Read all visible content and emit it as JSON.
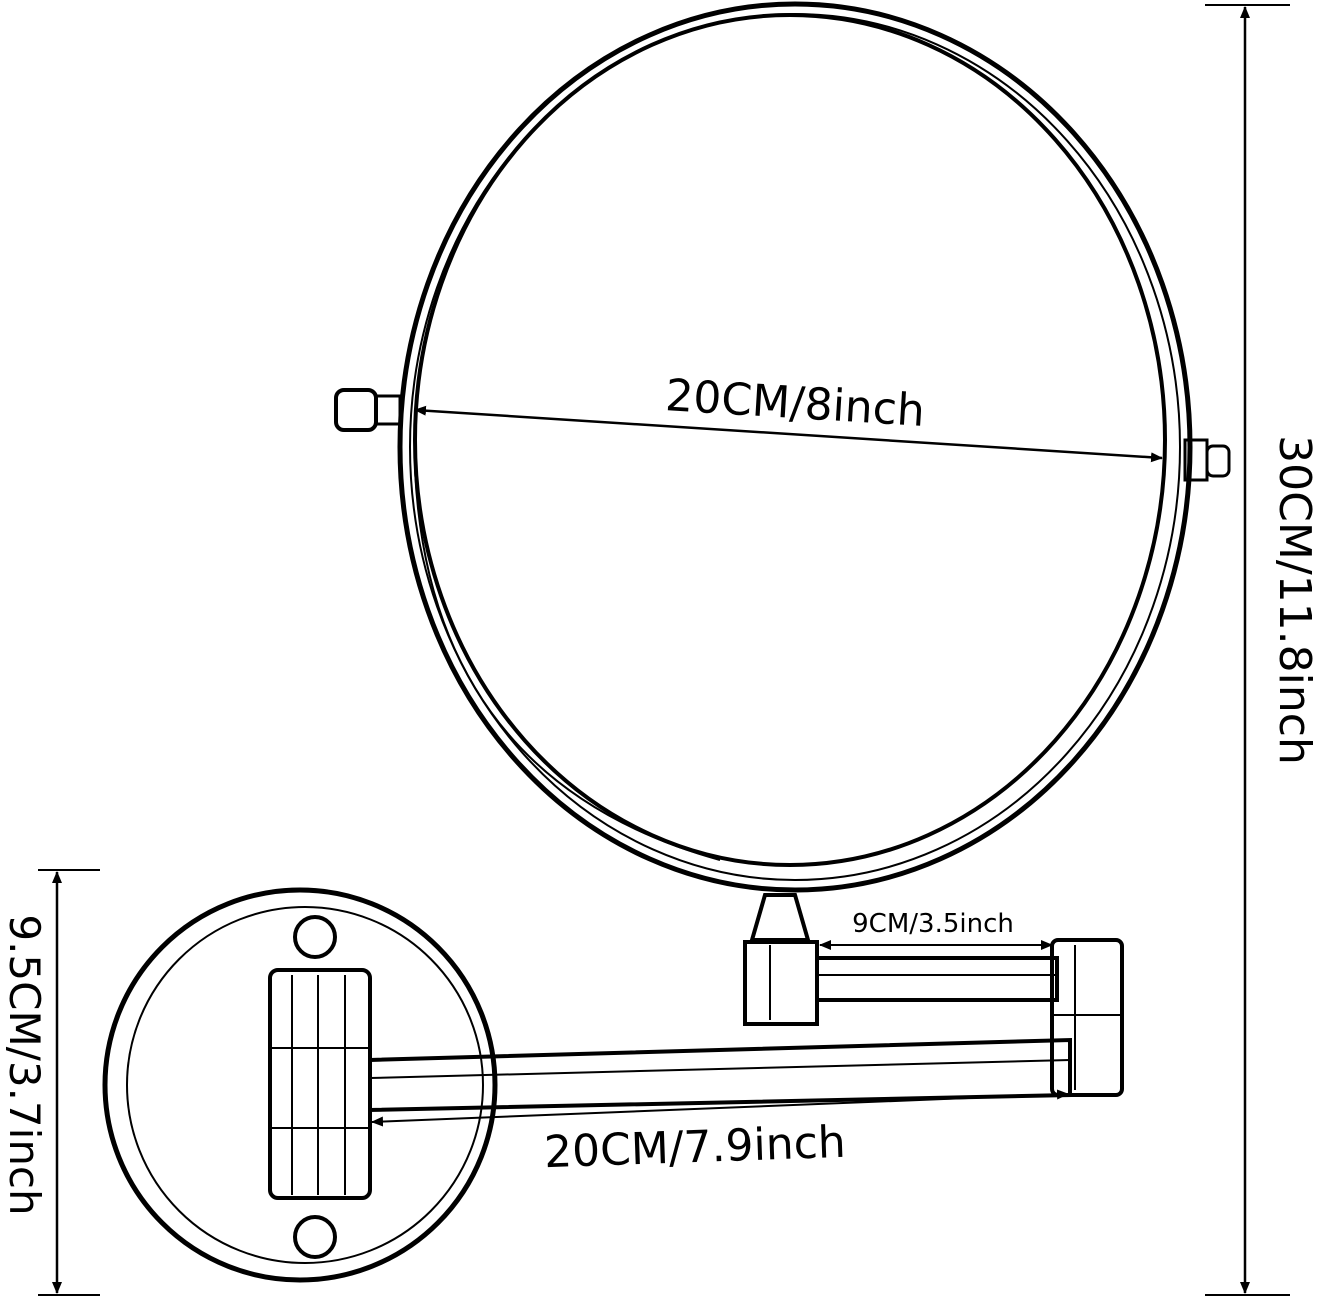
{
  "dimensions": {
    "mirror_diameter": "20CM/8inch",
    "total_height": "30CM/11.8inch",
    "short_arm": "9CM/3.5inch",
    "base_diameter": "9.5CM/3.7inch",
    "long_arm": "20CM/7.9inch"
  },
  "colors": {
    "line": "#000000",
    "background": "#ffffff"
  }
}
